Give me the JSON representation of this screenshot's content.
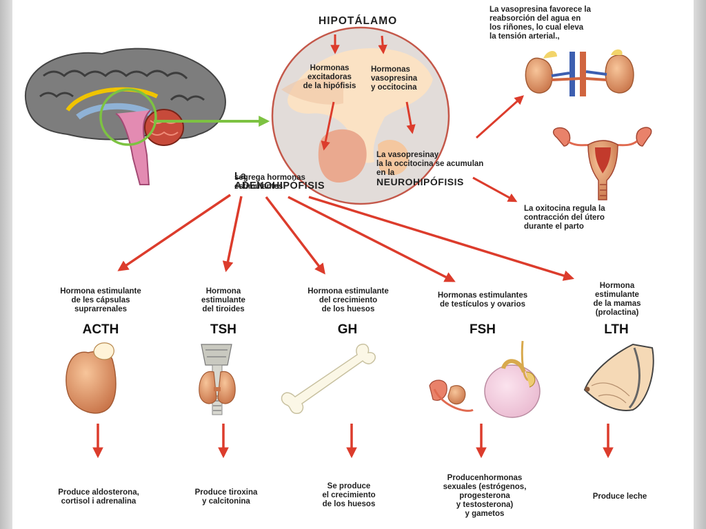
{
  "diagram": {
    "hypothalamus_title": "HIPOTÁLAMO",
    "hormones_exciting": "Hormonas\nexcitadoras\nde la hipófisis",
    "hormones_vasopressin": "Hormonas\nvasopresina\ny occitocina",
    "accumulate_text": "La vasopresinay\nla la occitocina se acumulan\nen la",
    "neurohypophysis": "NEUROHIPÓFISIS",
    "adeno_prefix": "La",
    "adenohypophysis": "ADENOHIPÓFISIS",
    "adeno_secretes": "segrega hormonas\nestimulantes",
    "vasopressin_effect": "La vasopresina favorece la\nreabsorción del agua en\nlos riñones, lo cual eleva\nla tensión arterial.,",
    "oxytocin_effect": "La oxitocina regula la\ncontracción  del útero\ndurante el parto",
    "hormones": [
      {
        "description": "Hormona estimulante\nde les cápsulas\nsuprarrenales",
        "code": "ACTH",
        "effect": "Produce aldosterona,\ncortisol i adrenalina",
        "organ_icon": "adrenal-gland-icon"
      },
      {
        "description": "Hormona\nestimulante\ndel tiroides",
        "code": "TSH",
        "effect": "Produce tiroxina\ny calcitonina",
        "organ_icon": "thyroid-icon"
      },
      {
        "description": "Hormona estimulante\ndel crecimiento\nde los huesos",
        "code": "GH",
        "effect": "Se produce\nel crecimiento\nde los huesos",
        "organ_icon": "bone-icon"
      },
      {
        "description": "Hormonas estimulantes\nde testículos y ovarios",
        "code": "FSH",
        "effect": "Producenhormonas\nsexuales (estrógenos,\nprogesterona\ny testosterona)\ny gametos",
        "organ_icon": "gonads-icon"
      },
      {
        "description": "Hormona\nestimulante\nde la mamas\n(prolactina)",
        "code": "LTH",
        "effect": "Produce leche",
        "organ_icon": "mammary-gland-icon"
      }
    ]
  },
  "colors": {
    "arrow_red": "#dc3c2c",
    "connector_green": "#7dc242",
    "circle_bg": "#e2dcd9",
    "circle_border": "#c4584a",
    "organ_skin": "#e9a472",
    "brain_gray": "#7d7d7d"
  }
}
